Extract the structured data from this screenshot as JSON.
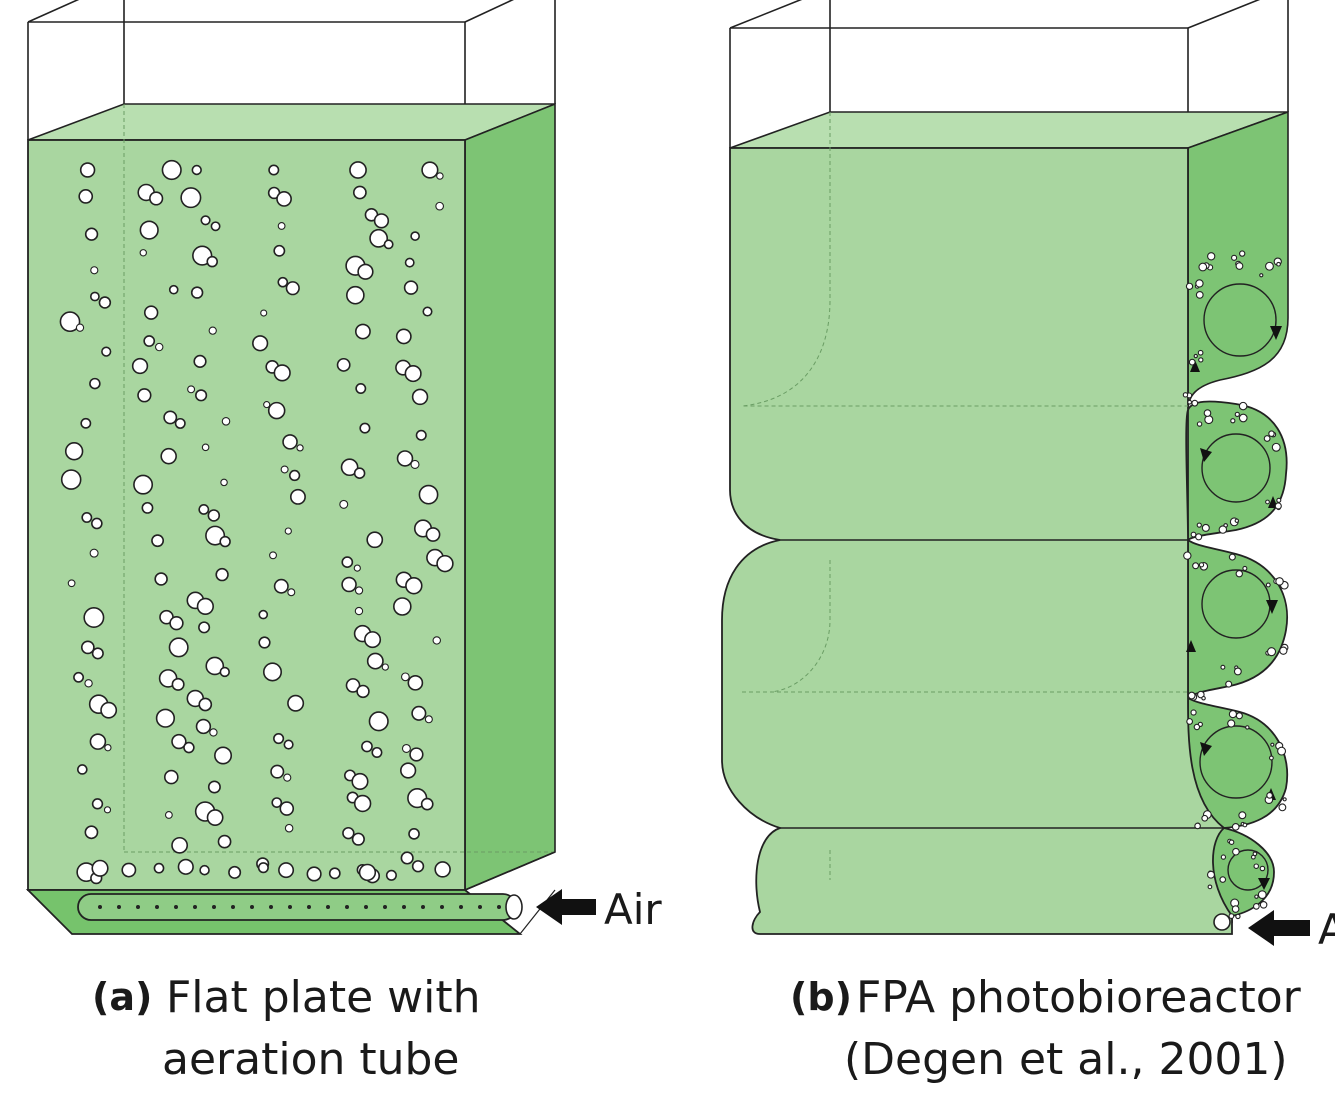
{
  "panel_a": {
    "tag": "(a)",
    "caption_line1": "Flat plate with",
    "caption_line2": "aeration tube",
    "inlet_label": "Air"
  },
  "panel_b": {
    "tag": "(b)",
    "caption_line1": "FPA photobioreactor",
    "caption_line2": "(Degen et al., 2001)",
    "inlet_label": "Air"
  },
  "colors": {
    "front_face": "#a9d6a0",
    "side_face": "#7dc474",
    "bottom_face": "#76c36c",
    "outline": "#222222",
    "bubble": "#ffffff"
  },
  "icons": [
    "arrow-left-icon",
    "circulation-arrow-icon"
  ]
}
